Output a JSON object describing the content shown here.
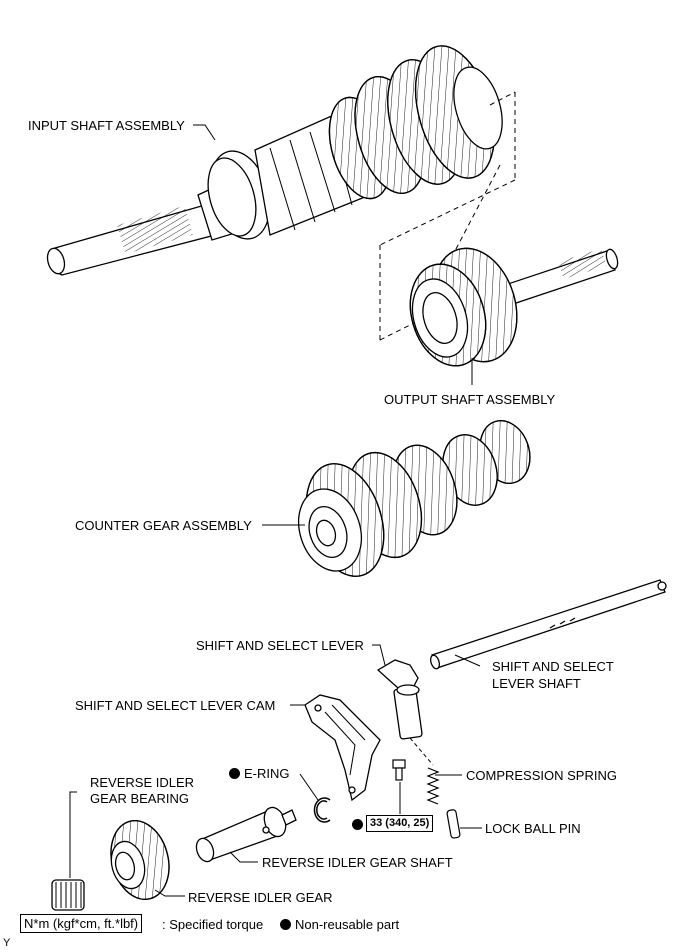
{
  "labels": {
    "input_shaft": "INPUT SHAFT ASSEMBLY",
    "output_shaft": "OUTPUT SHAFT ASSEMBLY",
    "counter_gear": "COUNTER GEAR ASSEMBLY",
    "shift_select_lever": "SHIFT AND SELECT LEVER",
    "shift_select_lever_shaft_line1": "SHIFT AND SELECT",
    "shift_select_lever_shaft_line2": "LEVER SHAFT",
    "shift_select_lever_cam": "SHIFT AND SELECT LEVER CAM",
    "e_ring": "E-RING",
    "compression_spring": "COMPRESSION SPRING",
    "reverse_idler_bearing_line1": "REVERSE IDLER",
    "reverse_idler_bearing_line2": "GEAR BEARING",
    "torque_value": "33 (340, 25)",
    "lock_ball_pin": "LOCK BALL PIN",
    "reverse_idler_shaft": "REVERSE IDLER GEAR SHAFT",
    "reverse_idler_gear": "REVERSE IDLER GEAR"
  },
  "legend": {
    "torque_units": "N*m (kgf*cm, ft.*lbf)",
    "torque_desc": ": Specified torque",
    "non_reusable_desc": "Non-reusable part"
  },
  "footer_code": "Y"
}
